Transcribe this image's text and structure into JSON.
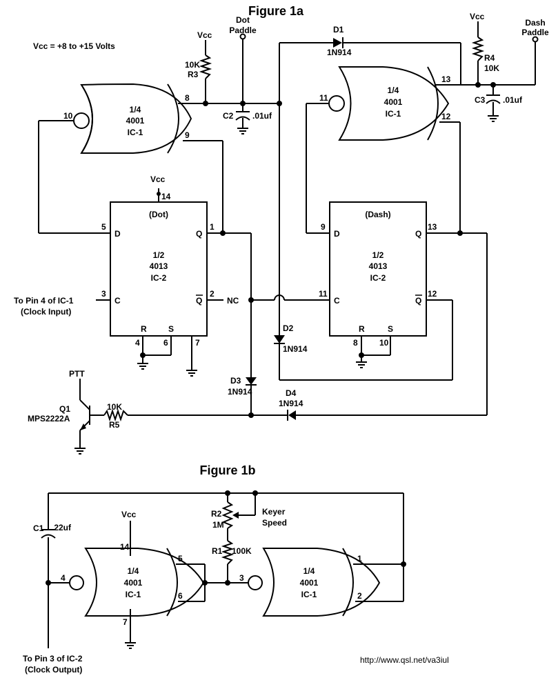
{
  "figure_1a": {
    "title": "Figure 1a",
    "supply_note": "Vcc = +8 to +15 Volts",
    "labels": {
      "vcc": "Vcc",
      "dot_paddle": [
        "Dot",
        "Paddle"
      ],
      "dash_paddle": [
        "Dash",
        "Paddle"
      ],
      "ptt": "PTT",
      "clock_input": [
        "To Pin 4 of IC-1",
        "(Clock Input)"
      ],
      "nc": "NC"
    },
    "resistors": {
      "r3": [
        "10K",
        "R3"
      ],
      "r4": [
        "R4",
        "10K"
      ],
      "r5": [
        "10K",
        "R5"
      ]
    },
    "capacitors": {
      "c2": [
        "C2",
        ".01uf"
      ],
      "c3": [
        "C3",
        ".01uf"
      ]
    },
    "diodes": {
      "d1": [
        "D1",
        "1N914"
      ],
      "d2": [
        "D2",
        "1N914"
      ],
      "d3": [
        "D3",
        "1N914"
      ],
      "d4": [
        "D4",
        "1N914"
      ]
    },
    "transistor": [
      "Q1",
      "MPS2222A"
    ],
    "gate_upper_left": [
      "1/4",
      "4001",
      "IC-1"
    ],
    "gate_upper_right": [
      "1/4",
      "4001",
      "IC-1"
    ],
    "ff_dot": {
      "name": "(Dot)",
      "body": [
        "1/2",
        "4013",
        "IC-2"
      ],
      "pins": {
        "d": "D",
        "c": "C",
        "q": "Q",
        "qbar": "Q",
        "r": "R",
        "s": "S"
      }
    },
    "ff_dash": {
      "name": "(Dash)",
      "body": [
        "1/2",
        "4013",
        "IC-2"
      ],
      "pins": {
        "d": "D",
        "c": "C",
        "q": "Q",
        "qbar": "Q",
        "r": "R",
        "s": "S"
      }
    },
    "pin_numbers": {
      "g1_out": "10",
      "g1_in_a": "8",
      "g1_in_b": "9",
      "g2_in_a": "11",
      "g2_out": "13",
      "g2_in_b": "12",
      "dot_vcc": "14",
      "dot_d": "5",
      "dot_q": "1",
      "dot_c": "3",
      "dot_qbar": "2",
      "dot_r": "4",
      "dot_s": "6",
      "dot_gnd": "7",
      "dash_d": "9",
      "dash_q": "13",
      "dash_c": "11",
      "dash_qbar": "12",
      "dash_r": "8",
      "dash_s": "10"
    }
  },
  "figure_1b": {
    "title": "Figure 1b",
    "labels": {
      "vcc": "Vcc",
      "keyer_speed": [
        "Keyer",
        "Speed"
      ],
      "clock_output": [
        "To Pin 3 of IC-2",
        "(Clock Output)"
      ]
    },
    "c1": [
      "C1",
      ".22uf"
    ],
    "r2": [
      "R2",
      "1M"
    ],
    "r1": [
      "R1",
      "100K"
    ],
    "gate_left": [
      "1/4",
      "4001",
      "IC-1"
    ],
    "gate_right": [
      "1/4",
      "4001",
      "IC-1"
    ],
    "pin_numbers": {
      "gl_vcc": "14",
      "gl_in_a": "5",
      "gl_in_b": "6",
      "gl_out": "4",
      "gl_gnd": "7",
      "gr_in_a": "1",
      "gr_in_b": "2",
      "gr_out": "3"
    }
  },
  "footer_url": "http://www.qsl.net/va3iul"
}
